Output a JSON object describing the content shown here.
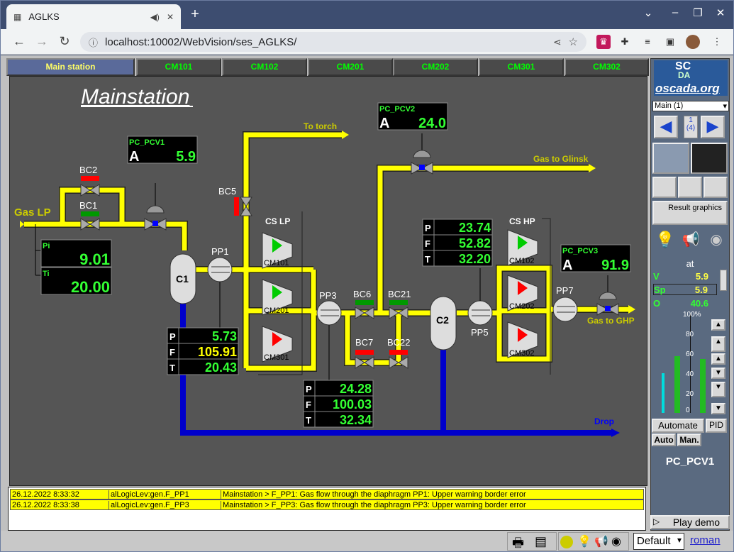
{
  "browser": {
    "tab_title": "AGLKS",
    "url": "localhost:10002/WebVision/ses_AGLKS/"
  },
  "tabs": [
    "Main station",
    "CM101",
    "CM102",
    "CM201",
    "CM202",
    "CM301",
    "CM302"
  ],
  "mimic": {
    "title": "Mainstation",
    "labels": {
      "gas_lp": "Gas LP",
      "to_torch": "To torch",
      "gas_glinsk": "Gas to Glinsk",
      "gas_ghp": "Gas to GHP",
      "drop": "Drop",
      "cs_lp": "CS LP",
      "cs_hp": "CS HP"
    },
    "valves": {
      "bc1": "BC1",
      "bc2": "BC2",
      "bc5": "BC5",
      "bc6": "BC6",
      "bc7": "BC7",
      "bc21": "BC21",
      "bc22": "BC22"
    },
    "compressors": {
      "cm101": "CM101",
      "cm201": "CM201",
      "cm301": "CM301",
      "cm102": "CM102",
      "cm202": "CM202",
      "cm302": "CM302"
    },
    "separators": {
      "c1": "C1",
      "c2": "C2"
    },
    "meters": {
      "pp1": "PP1",
      "pp3": "PP3",
      "pp5": "PP5",
      "pp7": "PP7"
    },
    "pcv1": {
      "name": "PC_PCV1",
      "mode": "A",
      "value": "5.9"
    },
    "pcv2": {
      "name": "PC_PCV2",
      "mode": "A",
      "value": "24.0"
    },
    "pcv3": {
      "name": "PC_PCV3",
      "mode": "A",
      "value": "91.9"
    },
    "inlet": {
      "pi_label": "Pi",
      "pi": "9.01",
      "ti_label": "Ti",
      "ti": "20.00"
    },
    "pp1_box": {
      "p": "5.73",
      "f": "105.91",
      "t": "20.43"
    },
    "pp3_box": {
      "p": "24.28",
      "f": "100.03",
      "t": "32.34"
    },
    "pp5_box": {
      "p": "23.74",
      "f": "52.82",
      "t": "32.20"
    },
    "letters": {
      "p": "P",
      "f": "F",
      "t": "T"
    }
  },
  "messages": [
    {
      "time": "26.12.2022 8:33:32",
      "source": "alLogicLev:gen.F_PP1",
      "text": "Mainstation > F_PP1: Gas flow through the diaphragm PP1: Upper warning border error"
    },
    {
      "time": "26.12.2022 8:33:38",
      "source": "alLogicLev:gen.F_PP3",
      "text": "Mainstation > F_PP3: Gas flow through the diaphragm PP3: Upper warning border error"
    }
  ],
  "sidebar": {
    "logo_top": "SC",
    "logo_mid": "DA",
    "logo_org": "oscada.org",
    "select": "Main (1)",
    "page_num": "1",
    "page_total": "(4)",
    "result_graphics": "Result graphics",
    "ctrl": {
      "at": "at",
      "v_label": "V",
      "v": "5.9",
      "sp_label": "Sp",
      "sp": "5.9",
      "o_label": "O",
      "o": "40.6",
      "scale": [
        "100%",
        "80",
        "60",
        "40",
        "20",
        "0"
      ],
      "automate": "Automate",
      "pid": "PID",
      "auto": "Auto",
      "man": "Man.",
      "name": "PC_PCV1"
    },
    "play_demo": "Play demo"
  },
  "bottombar": {
    "style": "Default",
    "user": "roman"
  },
  "colors": {
    "pipe_yellow": "#ffff00",
    "pipe_blue": "#0000cc",
    "value_green": "#33ff33",
    "value_yellow": "#ffff00",
    "alarm_red": "#ff0000",
    "ok_green": "#009900"
  }
}
